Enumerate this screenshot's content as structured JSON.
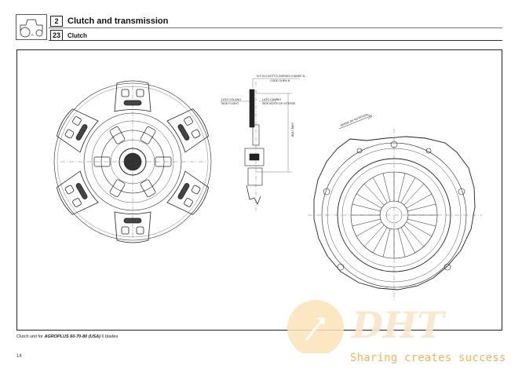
{
  "header": {
    "section_number": "2",
    "section_title": "Clutch and transmission",
    "subsection_number": "23",
    "subsection_title": "Clutch"
  },
  "figure": {
    "caption_prefix": "Clutch unit for",
    "caption_model": "AGROPLUS 60-70-80 (USA)",
    "caption_suffix": "6 blades",
    "annotations": [
      "N.F.15.2 BOTTO GHEDIDI II IANDE N",
      "CODE OHEN N",
      "LATO VOLANO",
      "SIDE FLIGHT",
      "LATO CAMBIO",
      "SIDE BOITE DE VITESSE",
      "SENSE DE ROTATION",
      "Ø217 MAX"
    ]
  },
  "footer": {
    "page_number": "14",
    "brand_logo_text": "DHT",
    "brand_slogan": "Sharing creates success"
  }
}
